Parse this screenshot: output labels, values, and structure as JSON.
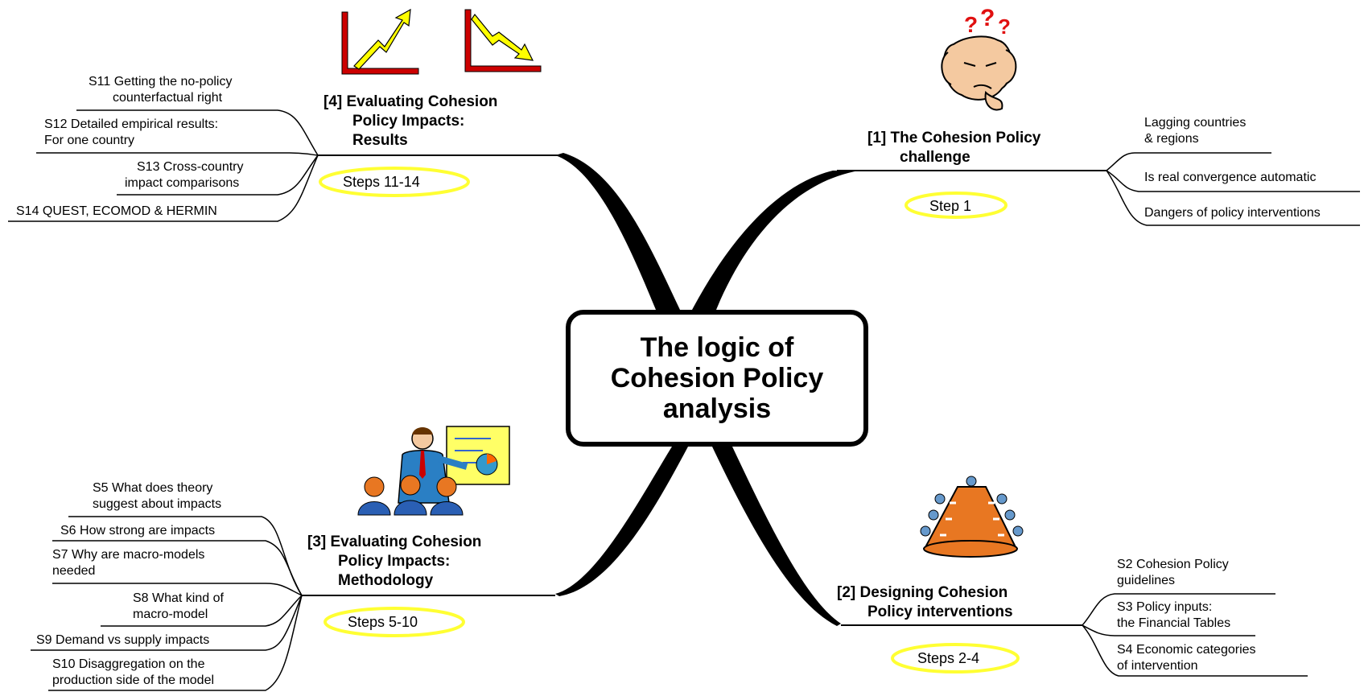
{
  "center": {
    "lines": [
      "The logic of",
      "Cohesion Policy",
      "analysis"
    ]
  },
  "branch1": {
    "title": [
      "[1] The Cohesion Policy",
      "challenge"
    ],
    "steps": "Step 1",
    "items": [
      [
        "Lagging countries",
        "& regions"
      ],
      [
        "Is real convergence automatic"
      ],
      [
        "Dangers of policy interventions"
      ]
    ]
  },
  "branch2": {
    "title": [
      "[2] Designing Cohesion",
      "Policy interventions"
    ],
    "steps": "Steps 2-4",
    "items": [
      [
        "S2 Cohesion Policy",
        "guidelines"
      ],
      [
        "S3 Policy inputs:",
        "the Financial Tables"
      ],
      [
        "S4 Economic categories",
        "of intervention"
      ]
    ]
  },
  "branch3": {
    "title": [
      "[3] Evaluating Cohesion",
      "Policy Impacts:",
      "Methodology"
    ],
    "steps": "Steps 5-10",
    "items": [
      [
        "S5 What does theory",
        "suggest about impacts"
      ],
      [
        "S6 How strong are impacts"
      ],
      [
        "S7 Why are macro-models",
        "needed"
      ],
      [
        "S8 What kind of",
        "macro-model"
      ],
      [
        "S9 Demand vs supply impacts"
      ],
      [
        "S10 Disaggregation on the",
        "production side of the model"
      ]
    ]
  },
  "branch4": {
    "title": [
      "[4] Evaluating Cohesion",
      "Policy Impacts:",
      "Results"
    ],
    "steps": "Steps 11-14",
    "items": [
      [
        "S11 Getting the no-policy",
        "counterfactual right"
      ],
      [
        "S12 Detailed empirical results:",
        "For one country"
      ],
      [
        "S13 Cross-country",
        "impact comparisons"
      ],
      [
        "S14 QUEST, ECOMOD & HERMIN"
      ]
    ]
  },
  "colors": {
    "highlight": "#ffff33",
    "arrow_up": "#ffff00",
    "chart_axis": "#cc0000",
    "cone": "#e87722",
    "board": "#ffff66"
  },
  "icons": [
    "puzzled-face-icon",
    "growth-chart-icon",
    "decline-chart-icon",
    "presenter-icon",
    "meeting-table-icon"
  ]
}
